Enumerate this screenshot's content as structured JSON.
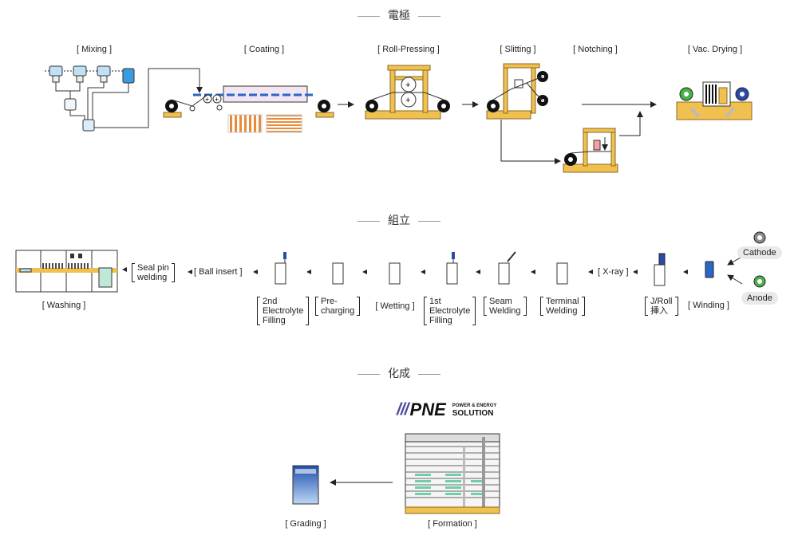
{
  "sections": {
    "electrode": "電極",
    "assembly": "組立",
    "formation": "化成"
  },
  "electrode_steps": {
    "mixing": "[ Mixing ]",
    "coating": "[ Coating ]",
    "roll_pressing": "[ Roll-Pressing ]",
    "slitting": "[ Slitting ]",
    "notching": "[ Notching ]",
    "vac_drying": "[ Vac. Drying ]"
  },
  "assembly_steps": {
    "washing": "[ Washing ]",
    "seal_pin_welding": [
      "Seal pin",
      "welding"
    ],
    "ball_insert": "[ Ball insert ]",
    "second_electrolyte_filling": [
      "2nd",
      "Electrolyte",
      "Filling"
    ],
    "pre_charging": [
      "Pre-",
      "charging"
    ],
    "wetting": "[ Wetting ]",
    "first_electrolyte_filling": [
      "1st",
      "Electrolyte",
      "Filling"
    ],
    "seam_welding": [
      "Seam",
      "Welding"
    ],
    "terminal_welding": [
      "Terminal",
      "Welding"
    ],
    "x_ray": "[ X-ray ]",
    "jroll_insert": [
      "J/Roll",
      "挿入"
    ],
    "winding": "[ Winding ]",
    "cathode": "Cathode",
    "anode": "Anode"
  },
  "formation_steps": {
    "grading": "[ Grading ]",
    "formation": "[ Formation ]"
  },
  "logo": {
    "mark": "///",
    "name": "PNE",
    "tagline_top": "POWER & ENERGY",
    "tagline_bottom": "SOLUTION"
  },
  "colors": {
    "wood": "#f0c050",
    "wood_edge": "#8a6a20",
    "accent_blue": "#2a66c8",
    "stripe_orange": "#e88a3a",
    "cathode_gray": "#8a8a8a",
    "anode_green": "#4bb04b"
  }
}
